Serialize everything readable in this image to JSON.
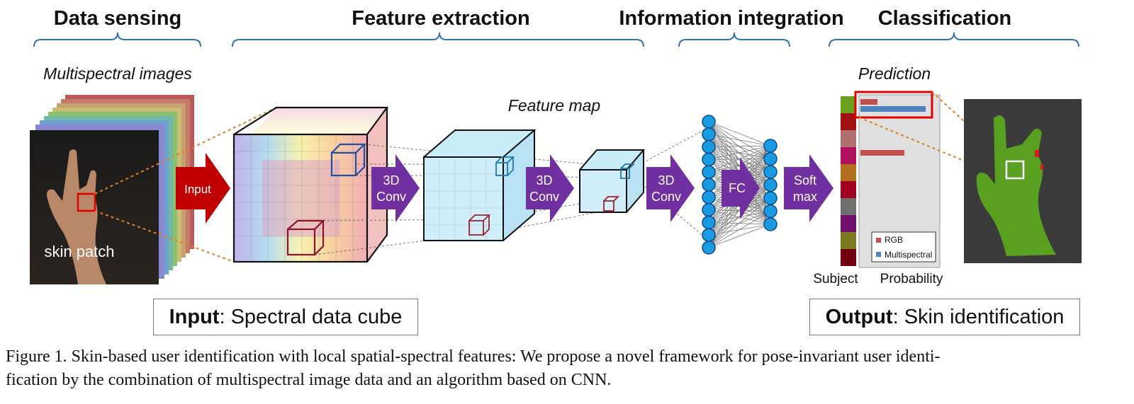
{
  "sections": {
    "data_sensing": "Data sensing",
    "feature_extraction": "Feature extraction",
    "information_integration": "Information integration",
    "classification": "Classification"
  },
  "labels": {
    "multispectral_images": "Multispectral images",
    "skin_patch": "skin patch",
    "feature_map": "Feature map",
    "prediction": "Prediction",
    "subject": "Subject",
    "probability": "Probability"
  },
  "arrows": {
    "input": "Input",
    "conv_line1": "3D",
    "conv_line2": "Conv",
    "fc": "FC",
    "softmax_line1": "Soft",
    "softmax_line2": "max"
  },
  "legend": {
    "rgb": "RGB",
    "multispectral": "Multispectral",
    "rgb_color": "#c0504d",
    "multispectral_color": "#4f81bd"
  },
  "input_box": {
    "bold": "Input",
    "rest": ": Spectral data cube"
  },
  "output_box": {
    "bold": "Output",
    "rest": ": Skin identification"
  },
  "caption": {
    "line1": "Figure 1. Skin-based user identification with local spatial-spectral features: We propose a novel framework for pose-invariant user identi-",
    "line2": "fication by the combination of multispectral image data and an algorithm based on CNN."
  },
  "colors": {
    "section_title": "#111111",
    "brace": "#2e75b6",
    "input_arrow": "#c00000",
    "layer_arrow": "#7030a0",
    "neuron": "#1a9ae0",
    "highlight": "#e00000"
  },
  "subject_colors": [
    "#6aa121",
    "#a01010",
    "#b07070",
    "#b01060",
    "#b07020",
    "#a00020",
    "#707070",
    "#70106c",
    "#7a7a20",
    "#700010"
  ]
}
